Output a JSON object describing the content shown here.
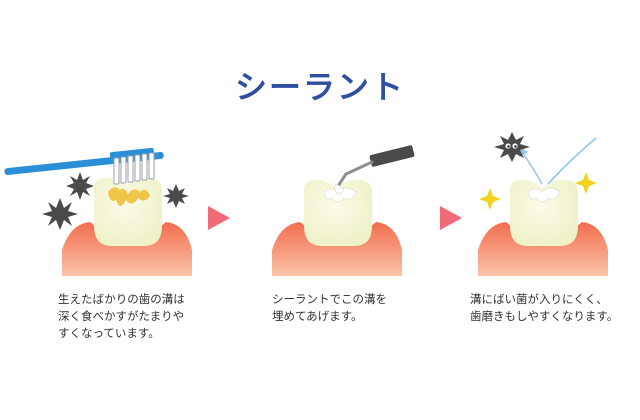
{
  "title": "シーラント",
  "panels": [
    {
      "caption_lines": [
        "生えたばかりの歯の溝は",
        "深く食べかすがたまりや",
        "すくなっています。"
      ]
    },
    {
      "caption_lines": [
        "シーラントでこの溝を",
        "埋めてあげます。"
      ]
    },
    {
      "caption_lines": [
        "溝にばい菌が入りにくく、",
        "歯磨きもしやすくなります。"
      ]
    }
  ],
  "colors": {
    "title": "#2f4fa2",
    "gum": "#f48a6a",
    "tooth": "#f4f3d4",
    "plaque": "#f0c64a",
    "sealant": "#ffffff",
    "arrow": "#f06a78",
    "brush_handle": "#2a8fd6",
    "germ": "#4a4a4a",
    "sparkle": "#f2d21c",
    "deflect": "#8fc4ee"
  },
  "icons": [
    "toothbrush-icon",
    "germ-icon",
    "sparkle-icon",
    "dental-tool-icon",
    "arrow-right-icon"
  ]
}
